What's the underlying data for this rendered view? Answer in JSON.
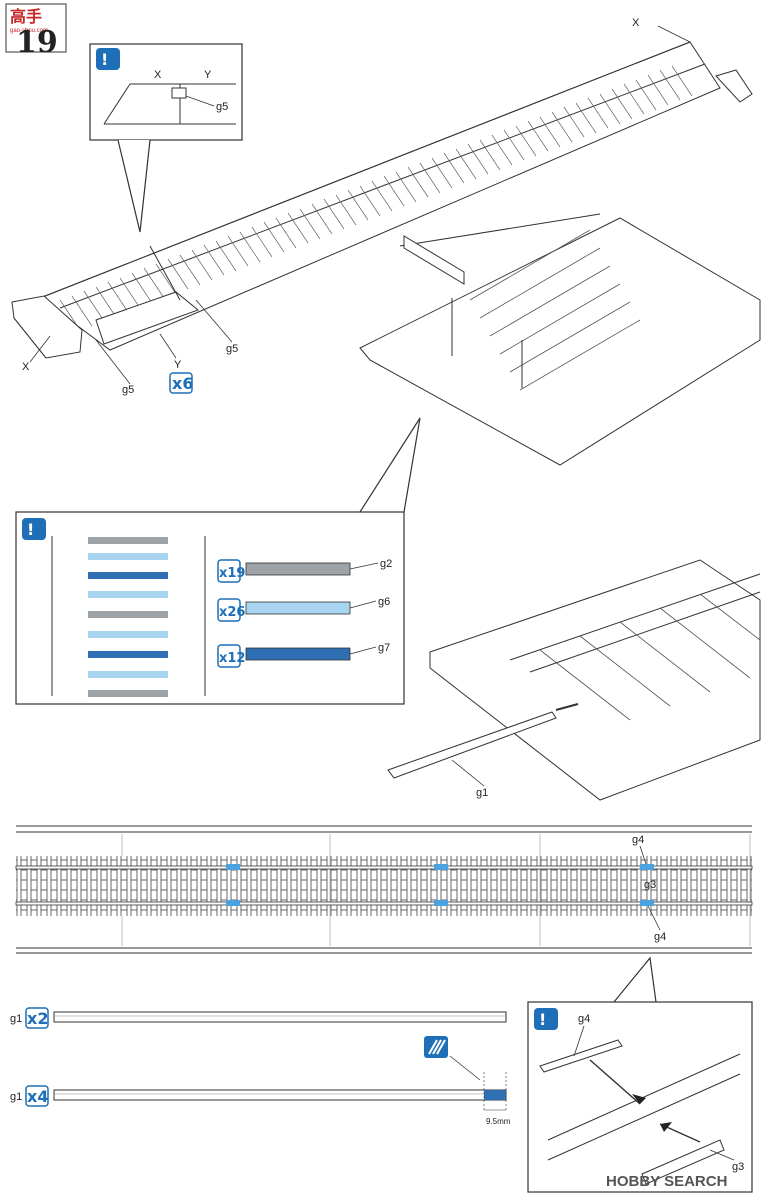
{
  "page_number": "19",
  "logo_text": "高手",
  "logo_url": "gao-shou.com",
  "step1": {
    "inset_labels": {
      "x": "X",
      "y": "Y",
      "part": "g5"
    },
    "labels": {
      "x_top": "X",
      "x_left": "X",
      "y": "Y",
      "g5_a": "g5",
      "g5_b": "g5"
    },
    "qty": "x6"
  },
  "ties_panel": {
    "rows": [
      {
        "qty": "x19",
        "part": "g2"
      },
      {
        "qty": "x26",
        "part": "g6"
      },
      {
        "qty": "x12",
        "part": "g7"
      }
    ],
    "colors": {
      "g2": "#9ea3a8",
      "g6": "#a9d4ef",
      "g7": "#2f6fb3"
    }
  },
  "rail_step": {
    "part": "g1"
  },
  "track_view": {
    "labels": [
      "g4",
      "g3",
      "g4"
    ]
  },
  "rails": [
    {
      "part": "g1",
      "qty": "x2"
    },
    {
      "part": "g1",
      "qty": "x4",
      "dimension": "9.5mm"
    }
  ],
  "joiner_inset": {
    "labels": [
      "g4",
      "g3"
    ]
  },
  "watermark": "HOBBY SEARCH",
  "colors": {
    "accent": "#1e6fb8",
    "line": "#333333"
  }
}
